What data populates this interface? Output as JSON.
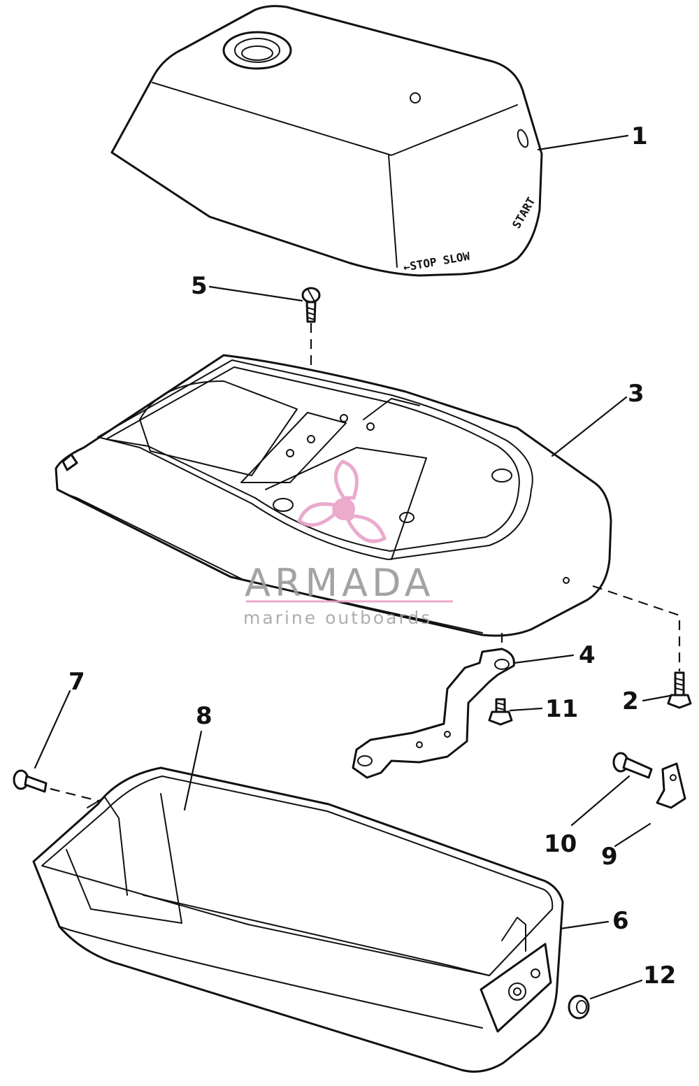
{
  "callouts": {
    "c1": "1",
    "c2": "2",
    "c3": "3",
    "c4": "4",
    "c5": "5",
    "c6": "6",
    "c7": "7",
    "c8": "8",
    "c9": "9",
    "c10": "10",
    "c11": "11",
    "c12": "12"
  },
  "cover_decal": {
    "front_text": "←STOP SLOW",
    "side_text": "START"
  },
  "watermark": {
    "brand": "ARMADA",
    "tagline": "marine outboards",
    "accent_color": "#e8a3c8"
  }
}
